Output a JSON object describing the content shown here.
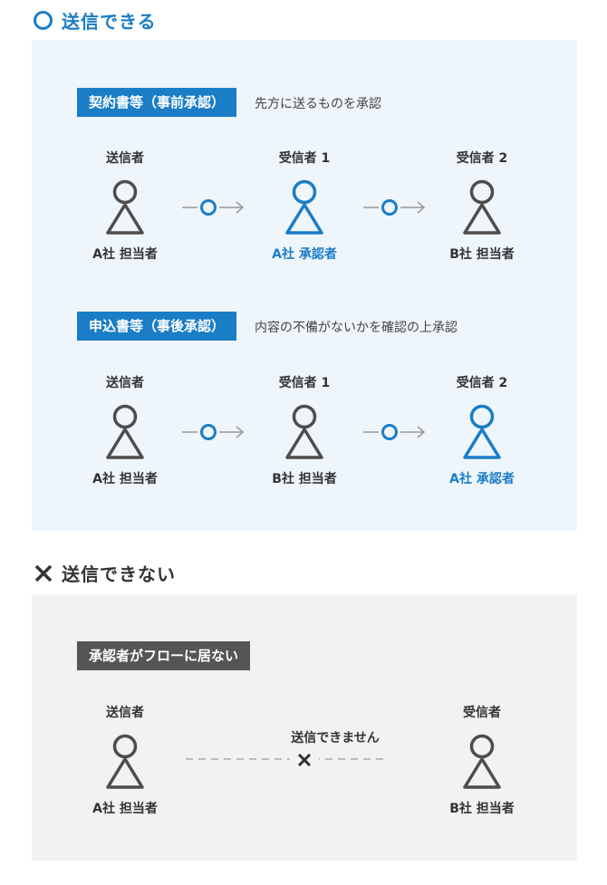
{
  "ok_section": {
    "title": "送信できる",
    "flows": [
      {
        "tag": "契約書等（事前承認）",
        "note": "先方に送るものを承認",
        "people": [
          {
            "role": "送信者",
            "who": "A社 担当者"
          },
          {
            "role": "受信者 1",
            "who": "A社 承認者"
          },
          {
            "role": "受信者 2",
            "who": "B社 担当者"
          }
        ]
      },
      {
        "tag": "申込書等（事後承認）",
        "note": "内容の不備がないかを確認の上承認",
        "people": [
          {
            "role": "送信者",
            "who": "A社 担当者"
          },
          {
            "role": "受信者 1",
            "who": "B社 担当者"
          },
          {
            "role": "受信者 2",
            "who": "A社 承認者"
          }
        ]
      }
    ]
  },
  "ng_section": {
    "title": "送信できない",
    "tag": "承認者がフローに居ない",
    "fail_text": "送信できません",
    "people": [
      {
        "role": "送信者",
        "who": "A社 担当者"
      },
      {
        "role": "受信者",
        "who": "B社 担当者"
      }
    ]
  },
  "colors": {
    "accent": "#1a7dc6",
    "ok_panel": "#eef5fb",
    "ng_panel": "#f2f2f2",
    "ng_tag": "#555555",
    "text": "#333333"
  },
  "icons": {
    "ok": "circle-icon",
    "ng": "cross-icon",
    "person": "person-icon",
    "arrow": "circle-arrow-icon"
  }
}
